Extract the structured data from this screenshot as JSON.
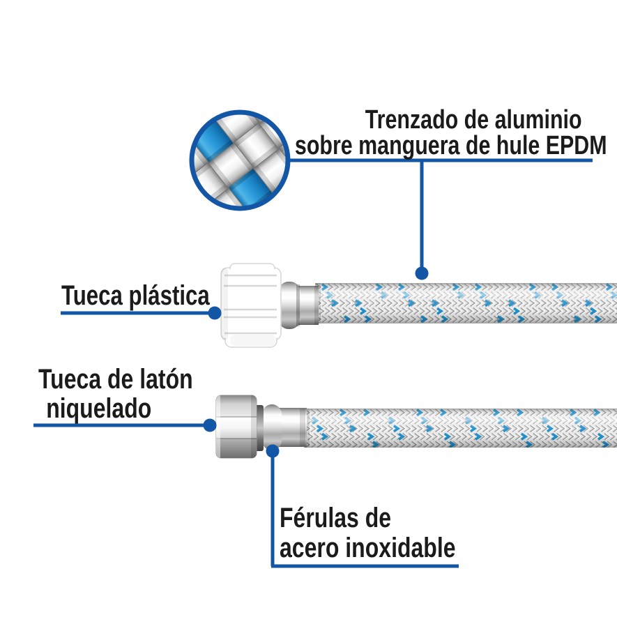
{
  "theme": {
    "callout_blue": "#1356a5",
    "braid_blue": "#1e8fcb",
    "text_color": "#1b1b1b"
  },
  "labels": {
    "braid": {
      "line1": "Trenzado de aluminio",
      "line2": "sobre manguera de hule EPDM"
    },
    "plastic_nut": {
      "text": "Tueca plástica"
    },
    "brass_nut": {
      "line1": "Tueca de latón",
      "line2": "niquelado"
    },
    "ferrules": {
      "line1": "Férulas de",
      "line2": "acero inoxidable"
    }
  }
}
